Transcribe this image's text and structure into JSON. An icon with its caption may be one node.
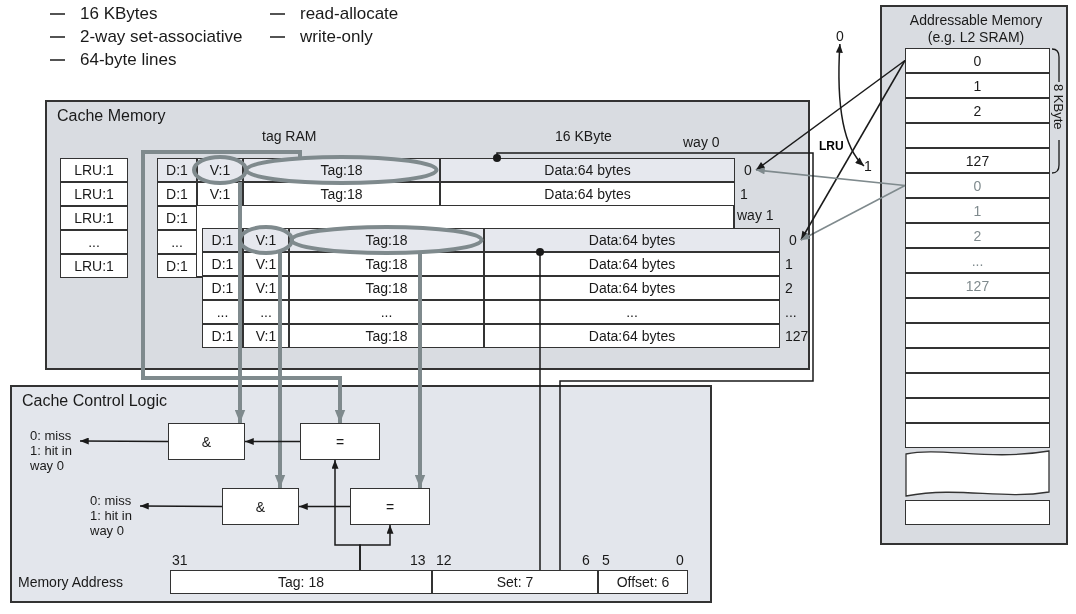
{
  "diagram": {
    "nodes": [
      {
        "text": [
          "Cache Memory"
        ]
      },
      {
        "text": [
          "LRU:1"
        ],
        "in": 0
      },
      {
        "text": [
          "LRU:1"
        ],
        "in": 0
      },
      {
        "text": [
          "LRU:1"
        ],
        "in": 0
      },
      {
        "text": [
          "..."
        ],
        "in": 0
      },
      {
        "text": [
          "LRU:1"
        ],
        "in": 0
      },
      {
        "text": [
          "V:1"
        ],
        "in": 0
      },
      {
        "text": [
          "Tag:18"
        ],
        "in": 0
      },
      {
        "text": [
          "Data:64 bytes"
        ],
        "in": 0
      },
      {
        "text": [
          "0"
        ],
        "in": 0
      },
      {
        "text": [
          "V:1"
        ],
        "in": 0
      },
      {
        "text": [
          "Tag:18"
        ],
        "in": 0
      },
      {
        "text": [
          "Data:64 bytes"
        ],
        "in": 0
      },
      {
        "text": [
          "0"
        ],
        "in": 0
      },
      {
        "text": [
          "Cache Control Logic"
        ]
      },
      {
        "text": [
          "&"
        ],
        "in": 14
      },
      {
        "text": [
          "="
        ],
        "in": 14
      },
      {
        "text": [
          "&"
        ],
        "in": 14
      },
      {
        "text": [
          "="
        ],
        "in": 14
      },
      {
        "text": [
          "0: miss 1: hit in way 0"
        ],
        "in": 14
      },
      {
        "text": [
          "0: miss 1: hit in way 0"
        ],
        "in": 14
      },
      {
        "text": [
          "Tag: 18"
        ],
        "in": 14
      },
      {
        "text": [
          "Set: 7"
        ],
        "in": 14
      },
      {
        "text": [
          "Offset: 6"
        ],
        "in": 14
      },
      {
        "text": [
          "Addressable Memory (e.g. L2 SRAM)"
        ]
      },
      {
        "text": [
          "0"
        ],
        "in": 24
      },
      {
        "text": [
          "1"
        ],
        "in": 24
      },
      {
        "text": [
          "2"
        ],
        "in": 24
      },
      {
        "text": [],
        "shape": "box",
        "in": 24
      },
      {
        "text": [
          "127"
        ],
        "in": 24
      },
      {
        "text": [
          "0"
        ],
        "in": 24
      },
      {
        "text": [
          "1"
        ],
        "in": 24
      },
      {
        "text": [
          "2"
        ],
        "in": 24
      },
      {
        "text": [
          "..."
        ],
        "in": 24
      },
      {
        "text": [
          "127"
        ],
        "in": 24
      },
      {
        "text": [],
        "shape": "box",
        "in": 24
      },
      {
        "text": [],
        "shape": "box",
        "in": 24
      },
      {
        "text": [],
        "shape": "box",
        "in": 24
      },
      {
        "text": [],
        "shape": "box",
        "in": 24
      },
      {
        "text": [],
        "shape": "box",
        "in": 24
      },
      {
        "text": [],
        "shape": "box",
        "in": 24
      },
      {
        "text": [],
        "shape": "box",
        "in": 24
      },
      {
        "text": [],
        "shape": "box",
        "in": 24
      },
      {
        "text": [
          "0"
        ]
      },
      {
        "text": [
          "1"
        ]
      }
    ],
    "edges": [
      {
        "from": 25,
        "to": 9,
        "arrow": "to"
      },
      {
        "from": 25,
        "to": 13,
        "arrow": "to"
      },
      {
        "from": 30,
        "to": 9,
        "arrow": "to",
        "color": "#7f8a8d"
      },
      {
        "from": 30,
        "to": 13,
        "arrow": "to",
        "color": "#7f8a8d"
      },
      {
        "from": 43,
        "to": 44,
        "arrow": "both",
        "label": "LRU"
      },
      {
        "from": 6,
        "to": 15,
        "arrow": "to",
        "style": "thick",
        "color": "#7f8a8d"
      },
      {
        "from": 7,
        "to": 16,
        "arrow": "to",
        "style": "thick",
        "color": "#7f8a8d"
      },
      {
        "from": 10,
        "to": 17,
        "arrow": "to",
        "style": "thick",
        "color": "#7f8a8d"
      },
      {
        "from": 11,
        "to": 18,
        "arrow": "to",
        "style": "thick",
        "color": "#7f8a8d"
      },
      {
        "from": 16,
        "to": 15,
        "arrow": "to"
      },
      {
        "from": 18,
        "to": 17,
        "arrow": "to"
      },
      {
        "from": 15,
        "to": 19,
        "arrow": "to"
      },
      {
        "from": 17,
        "to": 20,
        "arrow": "to"
      },
      {
        "from": 21,
        "to": 16,
        "arrow": "to"
      },
      {
        "from": 21,
        "to": 18,
        "arrow": "to"
      },
      {
        "from": 22,
        "to": 8,
        "arrow": "other"
      },
      {
        "from": 22,
        "to": 12,
        "arrow": "other"
      }
    ],
    "labels": [
      "16 KBytes",
      "2-way set-associative",
      "64-byte lines",
      "read-allocate",
      "write-only",
      "tag RAM",
      "16 KByte",
      "way 0",
      "D:1",
      "D:1",
      "V:1",
      "Tag:18",
      "Data:64 bytes",
      "1",
      "D:1",
      "way 1",
      "...",
      "D:1",
      "D:1",
      "D:1",
      "V:1",
      "Tag:18",
      "Data:64 bytes",
      "1",
      "D:1",
      "V:1",
      "Tag:18",
      "Data:64 bytes",
      "2",
      "...",
      "...",
      "...",
      "...",
      "...",
      "D:1",
      "V:1",
      "Tag:18",
      "Data:64 bytes",
      "127",
      "31",
      "13",
      "12",
      "6",
      "5",
      "0",
      "Memory Address",
      "8 KByte"
    ]
  }
}
